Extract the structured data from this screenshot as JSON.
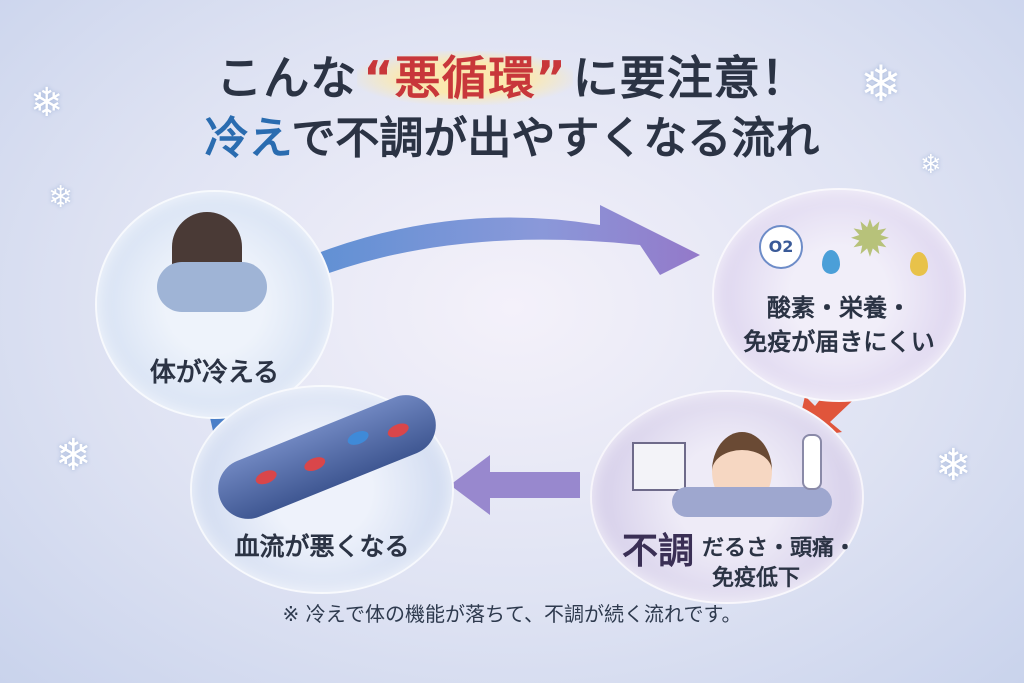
{
  "title": {
    "prefix": "こんな",
    "quote_open": "“",
    "highlight": "悪循環",
    "quote_close": "”",
    "suffix": "に要注意！",
    "sub_highlight": "冷え",
    "sub_rest": "で不調が出やすくなる流れ"
  },
  "steps": [
    {
      "label": "体が冷える"
    },
    {
      "label_line1": "酸素・栄養・",
      "label_line2": "免疫が届きにくい",
      "o2": "O2"
    },
    {
      "label_big": "不調",
      "label_line1": "だるさ・頭痛・",
      "label_line2": "免疫低下"
    },
    {
      "label": "血流が悪くなる"
    }
  ],
  "note": "※ 冷えで体の機能が落ちて、不調が続く流れです。",
  "colors": {
    "accent_red": "#c8373a",
    "accent_blue": "#2a6cb0",
    "text": "#2b3344"
  }
}
